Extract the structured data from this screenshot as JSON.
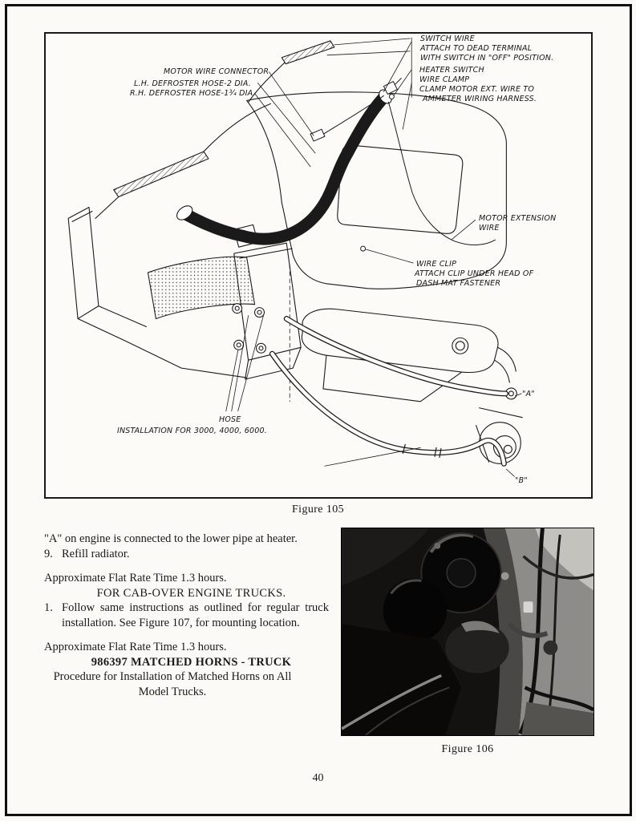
{
  "page": {
    "number": "40"
  },
  "figure105": {
    "caption": "Figure 105",
    "labels": {
      "switch_wire_1": "SWITCH WIRE",
      "switch_wire_2": "ATTACH TO DEAD TERMINAL",
      "switch_wire_3": "WITH SWITCH IN \"OFF\" POSITION.",
      "heater_switch": "HEATER SWITCH",
      "wire_clamp_1": "WIRE CLAMP",
      "wire_clamp_2": "CLAMP MOTOR EXT. WIRE TO",
      "wire_clamp_3": "AMMETER WIRING HARNESS.",
      "motor_wire_connector": "MOTOR WIRE CONNECTOR",
      "lh_defroster_hose": "L.H. DEFROSTER HOSE-2 DIA.",
      "rh_defroster_hose": "R.H. DEFROSTER HOSE-1¾ DIA.",
      "motor_extension_1": "MOTOR EXTENSION",
      "motor_extension_2": "WIRE",
      "wire_clip_1": "WIRE CLIP",
      "wire_clip_2": "ATTACH CLIP UNDER HEAD OF",
      "wire_clip_3": "DASH MAT FASTENER",
      "hose": "HOSE",
      "hose_installation": "INSTALLATION FOR 3000, 4000, 6000.",
      "point_a": "\"A\"",
      "point_b": "\"B\""
    }
  },
  "content": {
    "para_a": "\"A\" on engine is connected to the lower pipe at heater.",
    "item_9": {
      "number": "9.",
      "text": "Refill radiator."
    },
    "flat_rate_1": "Approximate Flat Rate Time 1.3 hours.",
    "heading_cab_over": "FOR CAB-OVER ENGINE TRUCKS.",
    "item_1": {
      "number": "1.",
      "text": "Follow same instructions as outlined for regular truck installation. See Figure 107, for mounting location."
    },
    "flat_rate_2": "Approximate Flat Rate Time 1.3 hours.",
    "heading_horns": "986397 MATCHED HORNS - TRUCK",
    "procedure": "Procedure for Installation of Matched Horns on All Model Trucks."
  },
  "figure106": {
    "caption": "Figure 106"
  }
}
